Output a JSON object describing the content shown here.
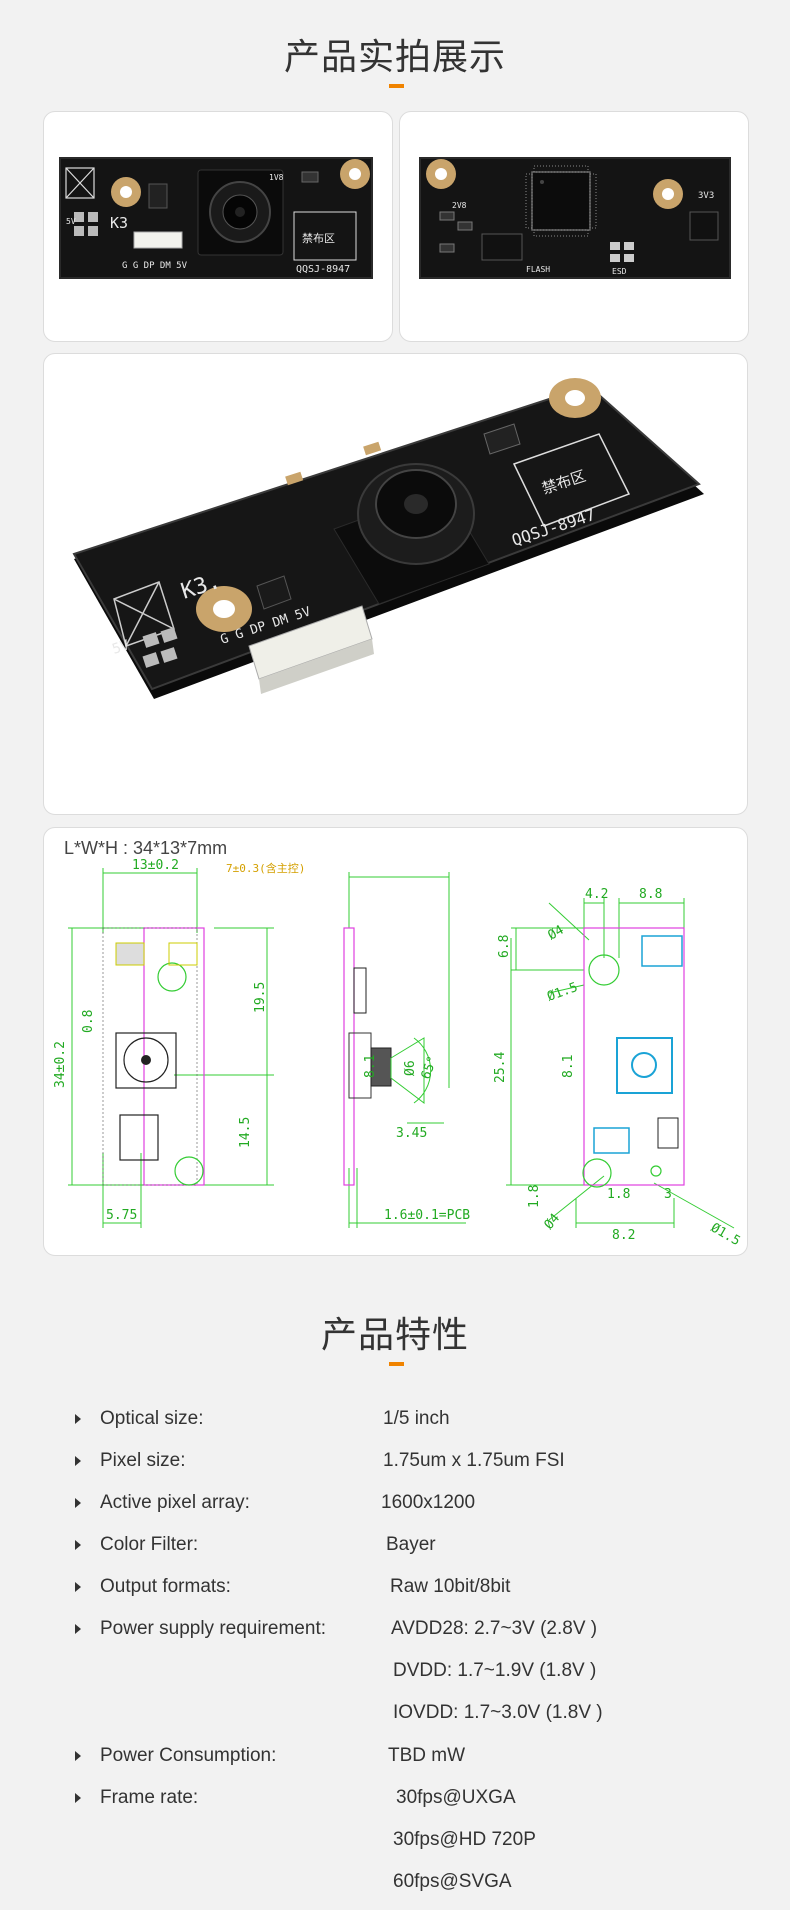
{
  "gallery": {
    "title": "产品实拍展示",
    "board_front": {
      "marks": [
        "K3",
        "5V",
        "G G DP DM 5V",
        "QQSJ-8947",
        "1V8",
        "禁布区"
      ]
    },
    "board_back": {
      "marks": [
        "2V8",
        "3V3",
        "FLASH",
        "ESD"
      ]
    },
    "board_angle": {
      "marks": [
        "K3.",
        "5V",
        "G G DP DM 5V",
        "QQSJ-8947",
        "禁布区"
      ]
    },
    "drawing": {
      "dims_label": "L*W*H : 34*13*7mm",
      "left": [
        "13±0.2",
        "34±0.2",
        "0.8",
        "19.5",
        "14.5",
        "5.75"
      ],
      "middle": [
        "7±0.3(含主控)",
        "8.1",
        "Ø6",
        "65°",
        "3.45",
        "1.6±0.1=PCB"
      ],
      "right": [
        "4.2",
        "8.8",
        "6.8",
        "Ø4",
        "Ø1.5",
        "25.4",
        "8.1",
        "1.8",
        "Ø4",
        "1.8",
        "3",
        "Ø1.5",
        "8.2"
      ]
    }
  },
  "features": {
    "title": "产品特性",
    "items": [
      {
        "label": "Optical size:",
        "value": "1/5 inch"
      },
      {
        "label": "Pixel size:",
        "value": "1.75um x 1.75um FSI"
      },
      {
        "label": "Active pixel array:",
        "value": "1600x1200"
      },
      {
        "label": "Color Filter:",
        "value": "Bayer"
      },
      {
        "label": "Output formats:",
        "value": "Raw 10bit/8bit"
      },
      {
        "label": "Power supply requirement:",
        "value": "AVDD28: 2.7~3V (2.8V )"
      },
      {
        "label": "",
        "value": "DVDD: 1.7~1.9V (1.8V )"
      },
      {
        "label": "",
        "value": "IOVDD: 1.7~3.0V (1.8V )"
      },
      {
        "label": "Power Consumption:",
        "value": "TBD mW"
      },
      {
        "label": "Frame rate:",
        "value": "30fps@UXGA"
      },
      {
        "label": "",
        "value": "30fps@HD 720P"
      },
      {
        "label": "",
        "value": "60fps@SVGA"
      }
    ]
  }
}
